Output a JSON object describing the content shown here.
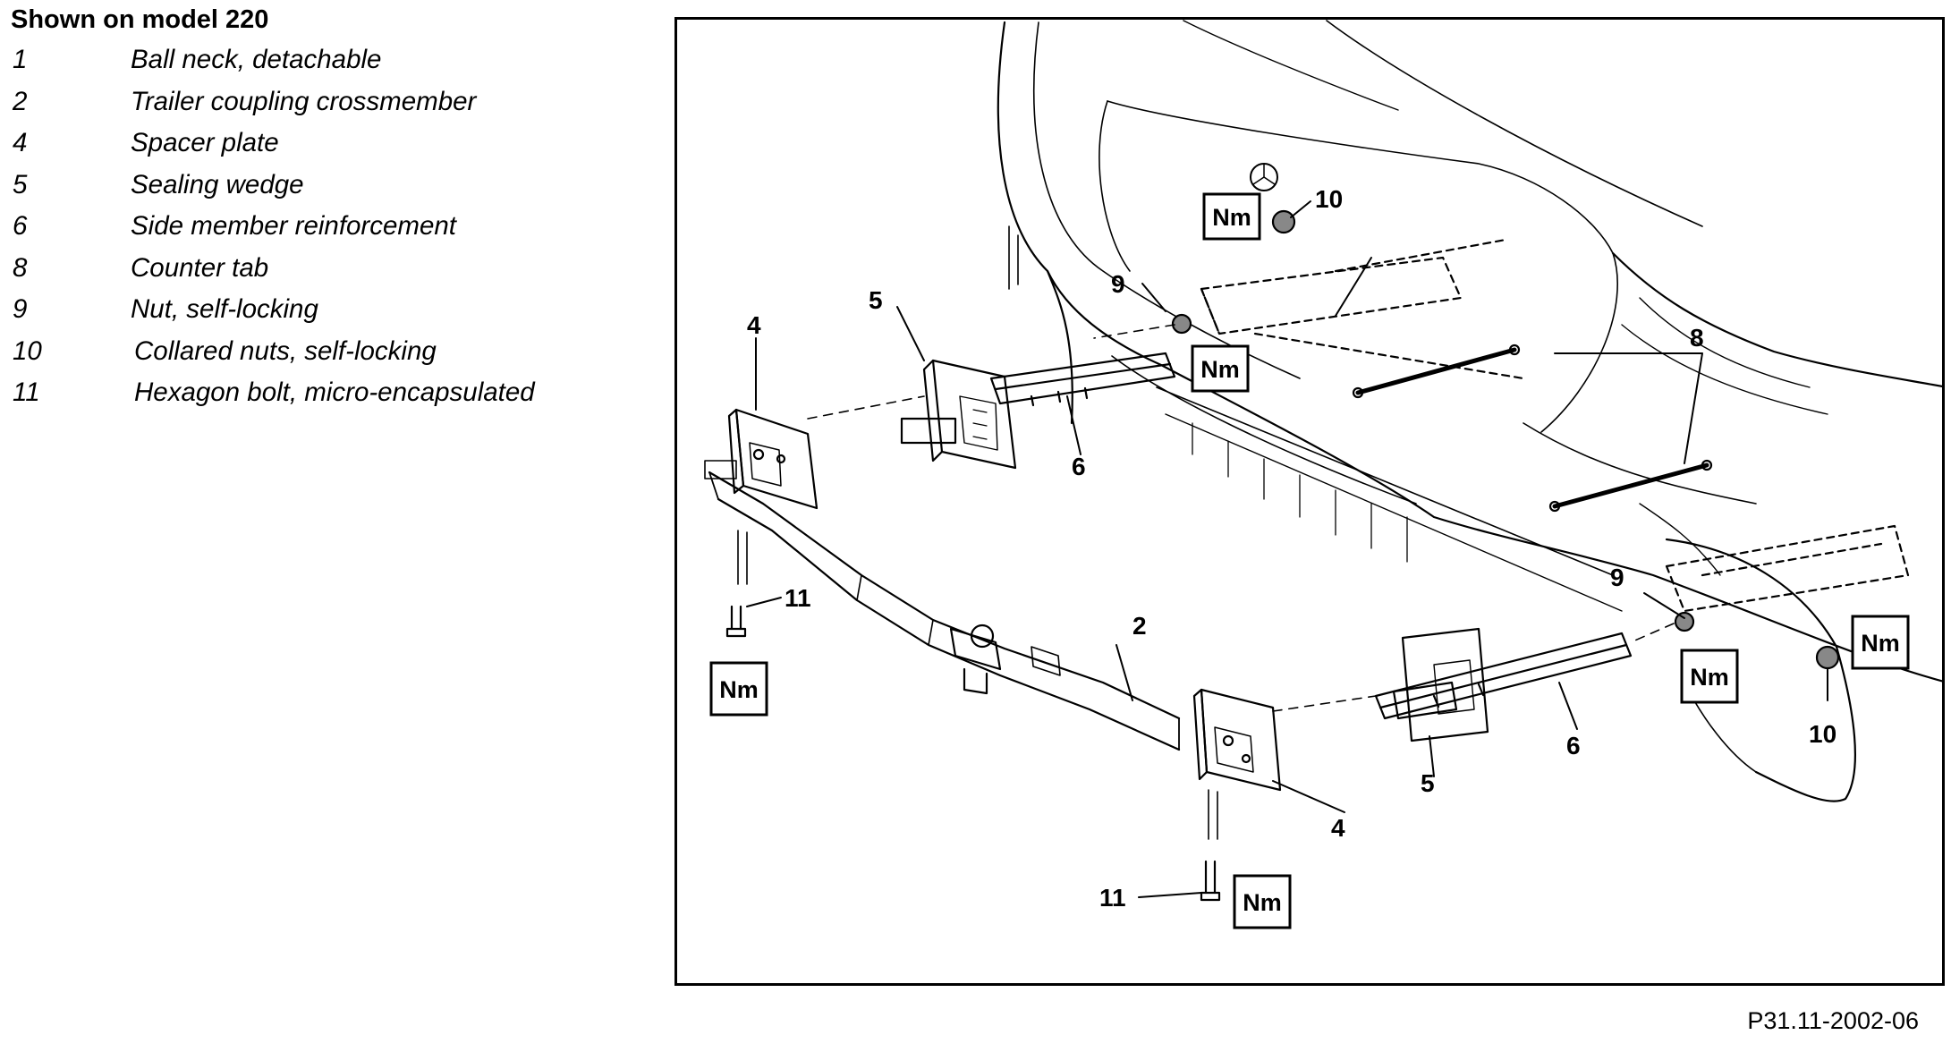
{
  "legend": {
    "title": "Shown on model 220",
    "items": [
      {
        "num": "1",
        "text": "Ball neck, detachable"
      },
      {
        "num": "2",
        "text": "Trailer coupling crossmember"
      },
      {
        "num": "4",
        "text": "Spacer plate"
      },
      {
        "num": "5",
        "text": "Sealing wedge"
      },
      {
        "num": "6",
        "text": "Side member reinforcement"
      },
      {
        "num": "8",
        "text": "Counter tab"
      },
      {
        "num": "9",
        "text": "Nut, self-locking"
      },
      {
        "num": "10",
        "text": "Collared nuts, self-locking"
      },
      {
        "num": "11",
        "text": "Hexagon bolt, micro-encapsulated"
      }
    ]
  },
  "figure": {
    "reference": "P31.11-2002-06",
    "torque_symbol": "Nm",
    "callouts": {
      "c2": "2",
      "c4a": "4",
      "c4b": "4",
      "c5a": "5",
      "c5b": "5",
      "c6a": "6",
      "c6b": "6",
      "c8": "8",
      "c9a": "9",
      "c9b": "9",
      "c10a": "10",
      "c10b": "10",
      "c11a": "11",
      "c11b": "11"
    }
  }
}
